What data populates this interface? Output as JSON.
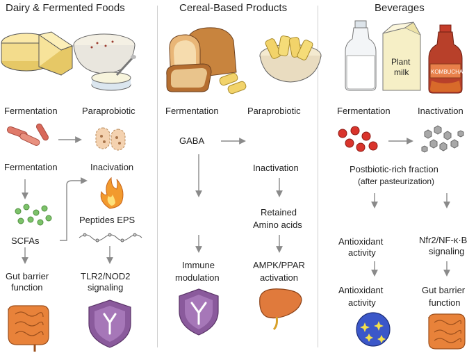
{
  "dairy": {
    "title": "Dairy & Fermented Foods",
    "fermentation_1": "Fermentation",
    "paraprobiotic": "Paraprobiotic",
    "fermentation_2": "Fermentation",
    "inactivation": "Inacivation",
    "scfas": "SCFAs",
    "peptides_eps": "Peptides EPS",
    "gut_barrier_line1": "Gut barrier",
    "gut_barrier_line2": "function",
    "tlr2_line1": "TLR2/NOD2",
    "tlr2_line2": "signaling"
  },
  "cereal": {
    "title": "Cereal-Based Products",
    "fermentation": "Fermentation",
    "paraprobiotic": "Paraprobiotic",
    "gaba": "GABA",
    "inactivation": "Inactivation",
    "retained_line1": "Retained",
    "retained_line2": "Amino acids",
    "immune_line1": "Immune",
    "immune_line2": "modulation",
    "ampk_line1": "AMPK/PPAR",
    "ampk_line2": "activation"
  },
  "beverages": {
    "title": "Beverages",
    "fermentation": "Fermentation",
    "inactivation": "Inactivation",
    "plant_milk_line1": "Plant",
    "plant_milk_line2": "milk",
    "kombucha": "KOMBUCHA",
    "postbiotic": "Postbiotic-rich fraction",
    "after_pasteurization": "(after pasteurization)",
    "antioxidant_1_line1": "Antioxidant",
    "antioxidant_1_line2": "activity",
    "nfr2_line1": "Nfr2/NF-κ·B",
    "nfr2_line2": "signaling",
    "antioxidant_2_line1": "Antioxidant",
    "antioxidant_2_line2": "activity",
    "gut_barrier_line1": "Gut barrier",
    "gut_barrier_line2": "function"
  },
  "colors": {
    "arrow": "#8a8a8a",
    "cheese": "#f3dc8c",
    "bacteria_red": "#e07a6a",
    "scfa_green": "#7cc26a",
    "shield_purple": "#8a5a9c",
    "gut_orange": "#e8823a",
    "liver_orange": "#e07a3c",
    "antioxidant_blue": "#3b57c9",
    "red_dots": "#d9342c",
    "grey_hex": "#9a9a9a",
    "kombucha_red": "#b8402a"
  }
}
